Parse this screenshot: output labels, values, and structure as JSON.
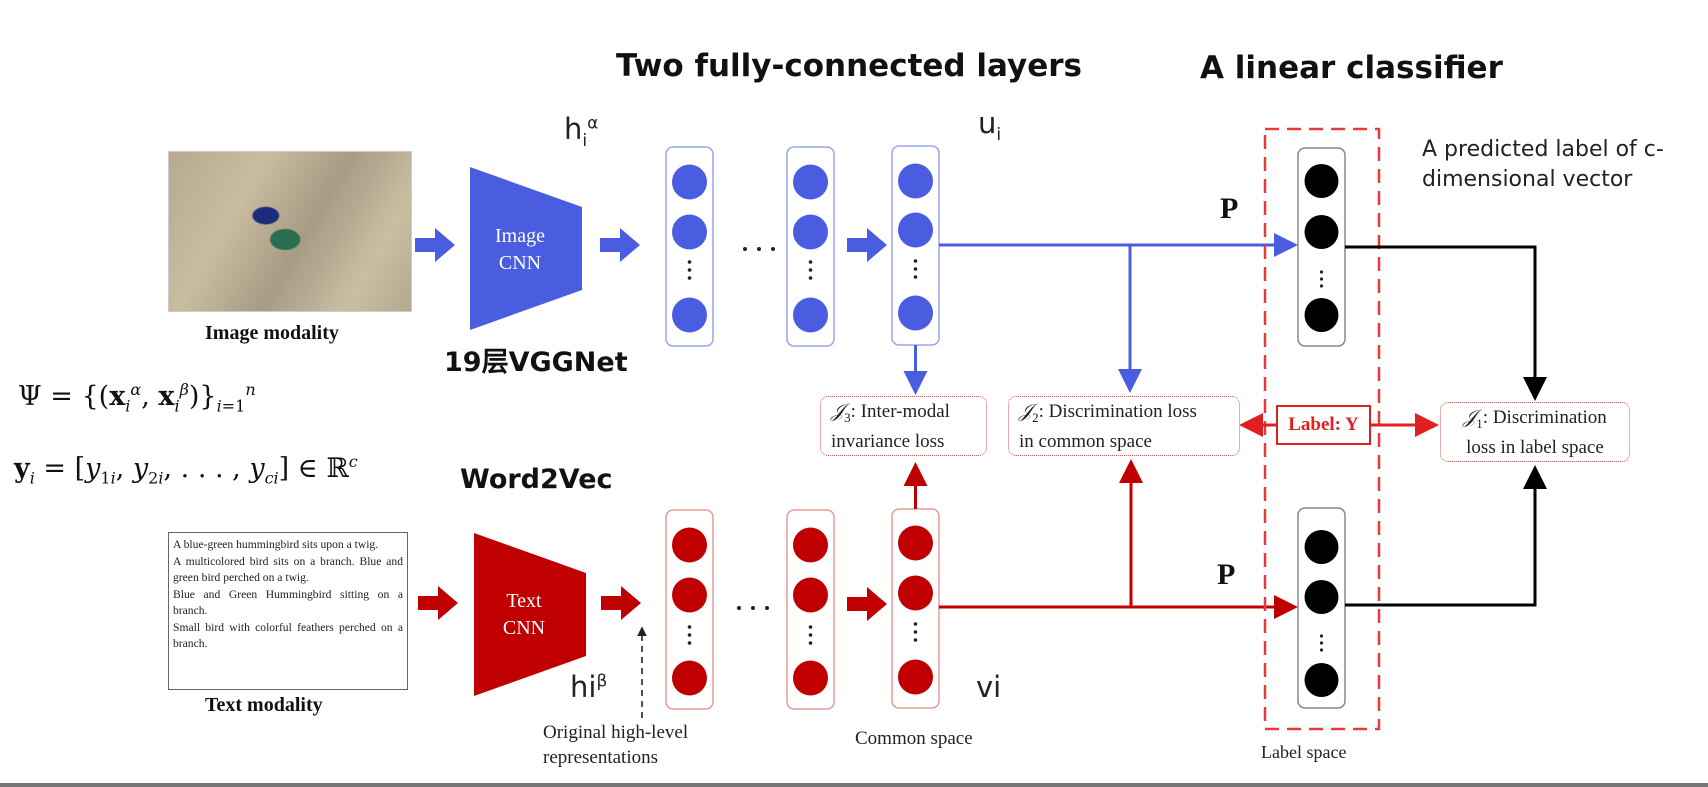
{
  "titles": {
    "fc_layers": "Two fully-connected layers",
    "linear_classifier": "A linear classifier"
  },
  "annotations": {
    "predicted_label_line1": "A predicted label of c-",
    "predicted_label_line2": "dimensional vector",
    "h_alpha": "h",
    "h_alpha_sub": "i",
    "h_alpha_sup": "α",
    "u_i": "u",
    "u_i_sub": "i",
    "h_beta": "hi",
    "h_beta_sup": "β",
    "v_i": "vi",
    "projection_top": "P",
    "projection_bottom": "P",
    "vggnet": "19层VGGNet",
    "word2vec": "Word2Vec",
    "original_repr_line1": "Original high-level",
    "original_repr_line2": "representations",
    "common_space": "Common space",
    "label_space": "Label space",
    "ellipsis": "· · ·"
  },
  "image_modality": {
    "caption": "Image modality",
    "cnn_line1": "Image",
    "cnn_line2": "CNN"
  },
  "text_modality": {
    "caption": "Text modality",
    "cnn_line1": "Text",
    "cnn_line2": "CNN",
    "sentences": [
      "A blue-green hummingbird sits upon a twig.",
      "A multicolored bird sits on a branch. Blue and green bird perched on a twig.",
      "Blue and Green Hummingbird sitting on a branch.",
      "Small bird with colorful feathers perched on a branch."
    ]
  },
  "formulas": {
    "dataset": "Ψ = {(x_i^α, x_i^β)}_{i=1}^n",
    "label_vector": "y_i = [y_1i, y_2i, ..., y_ci] ∈ ℝ^c"
  },
  "losses": {
    "j3_symbol": "𝒥",
    "j3_sub": "3",
    "j3_line1": ": Inter-modal",
    "j3_line2": "invariance loss",
    "j2_symbol": "𝒥",
    "j2_sub": "2",
    "j2_line1": ": Discrimination loss",
    "j2_line2": "in common space",
    "j1_symbol": "𝒥",
    "j1_sub": "1",
    "j1_line1": ": Discrimination",
    "j1_line2": "loss in label space"
  },
  "label_box": "Label: Y",
  "colors": {
    "image_branch": "#4a5de0",
    "text_branch": "#c00000",
    "label_red": "#e02020",
    "classifier": "#000000"
  }
}
